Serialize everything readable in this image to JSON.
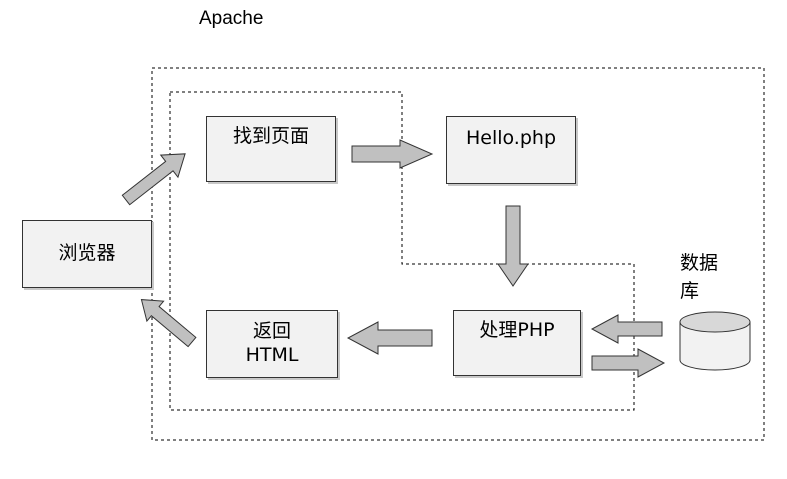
{
  "diagram": {
    "container_label": "Apache",
    "nodes": {
      "browser": "浏览器",
      "find_page": "找到页面",
      "hello_php": "Hello.php",
      "process_php": "处理PHP",
      "return_html": [
        "返回",
        "HTML"
      ],
      "database": [
        "数据",
        "库"
      ]
    },
    "edges": [
      {
        "from": "browser",
        "to": "find_page"
      },
      {
        "from": "find_page",
        "to": "hello_php"
      },
      {
        "from": "hello_php",
        "to": "process_php"
      },
      {
        "from": "database",
        "to": "process_php"
      },
      {
        "from": "process_php",
        "to": "database"
      },
      {
        "from": "process_php",
        "to": "return_html"
      },
      {
        "from": "return_html",
        "to": "browser"
      }
    ],
    "colors": {
      "box_fill": "#f2f2f2",
      "arrow_fill": "#c0c0c0",
      "stroke": "#333333"
    }
  }
}
